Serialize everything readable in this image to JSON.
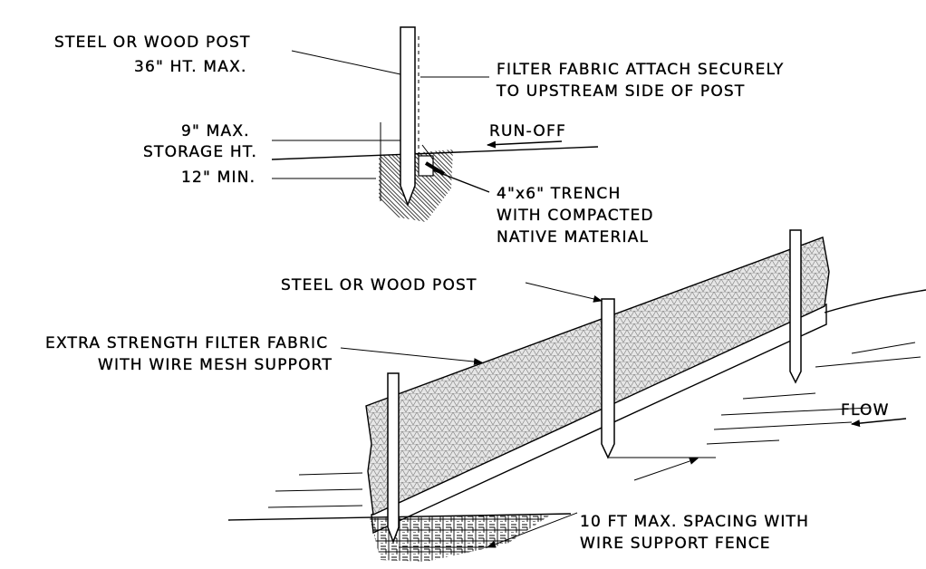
{
  "detail": {
    "post_label_line1": "STEEL OR WOOD POST",
    "post_label_line2": "36\" HT. MAX.",
    "fabric_attach_line1": "FILTER FABRIC ATTACH SECURELY",
    "fabric_attach_line2": "TO UPSTREAM SIDE OF POST",
    "storage_line1": "9\" MAX.",
    "storage_line2": "STORAGE HT.",
    "runoff": "RUN-OFF",
    "embed": "12\" MIN.",
    "trench_line1": "4\"x6\" TRENCH",
    "trench_line2": "WITH COMPACTED",
    "trench_line3": "NATIVE MATERIAL"
  },
  "perspective": {
    "post_label": "STEEL OR WOOD POST",
    "fabric_line1": "EXTRA STRENGTH FILTER FABRIC",
    "fabric_line2": "WITH WIRE MESH SUPPORT",
    "flow": "FLOW",
    "spacing_line1": "10 FT MAX. SPACING WITH",
    "spacing_line2": "WIRE SUPPORT FENCE"
  }
}
